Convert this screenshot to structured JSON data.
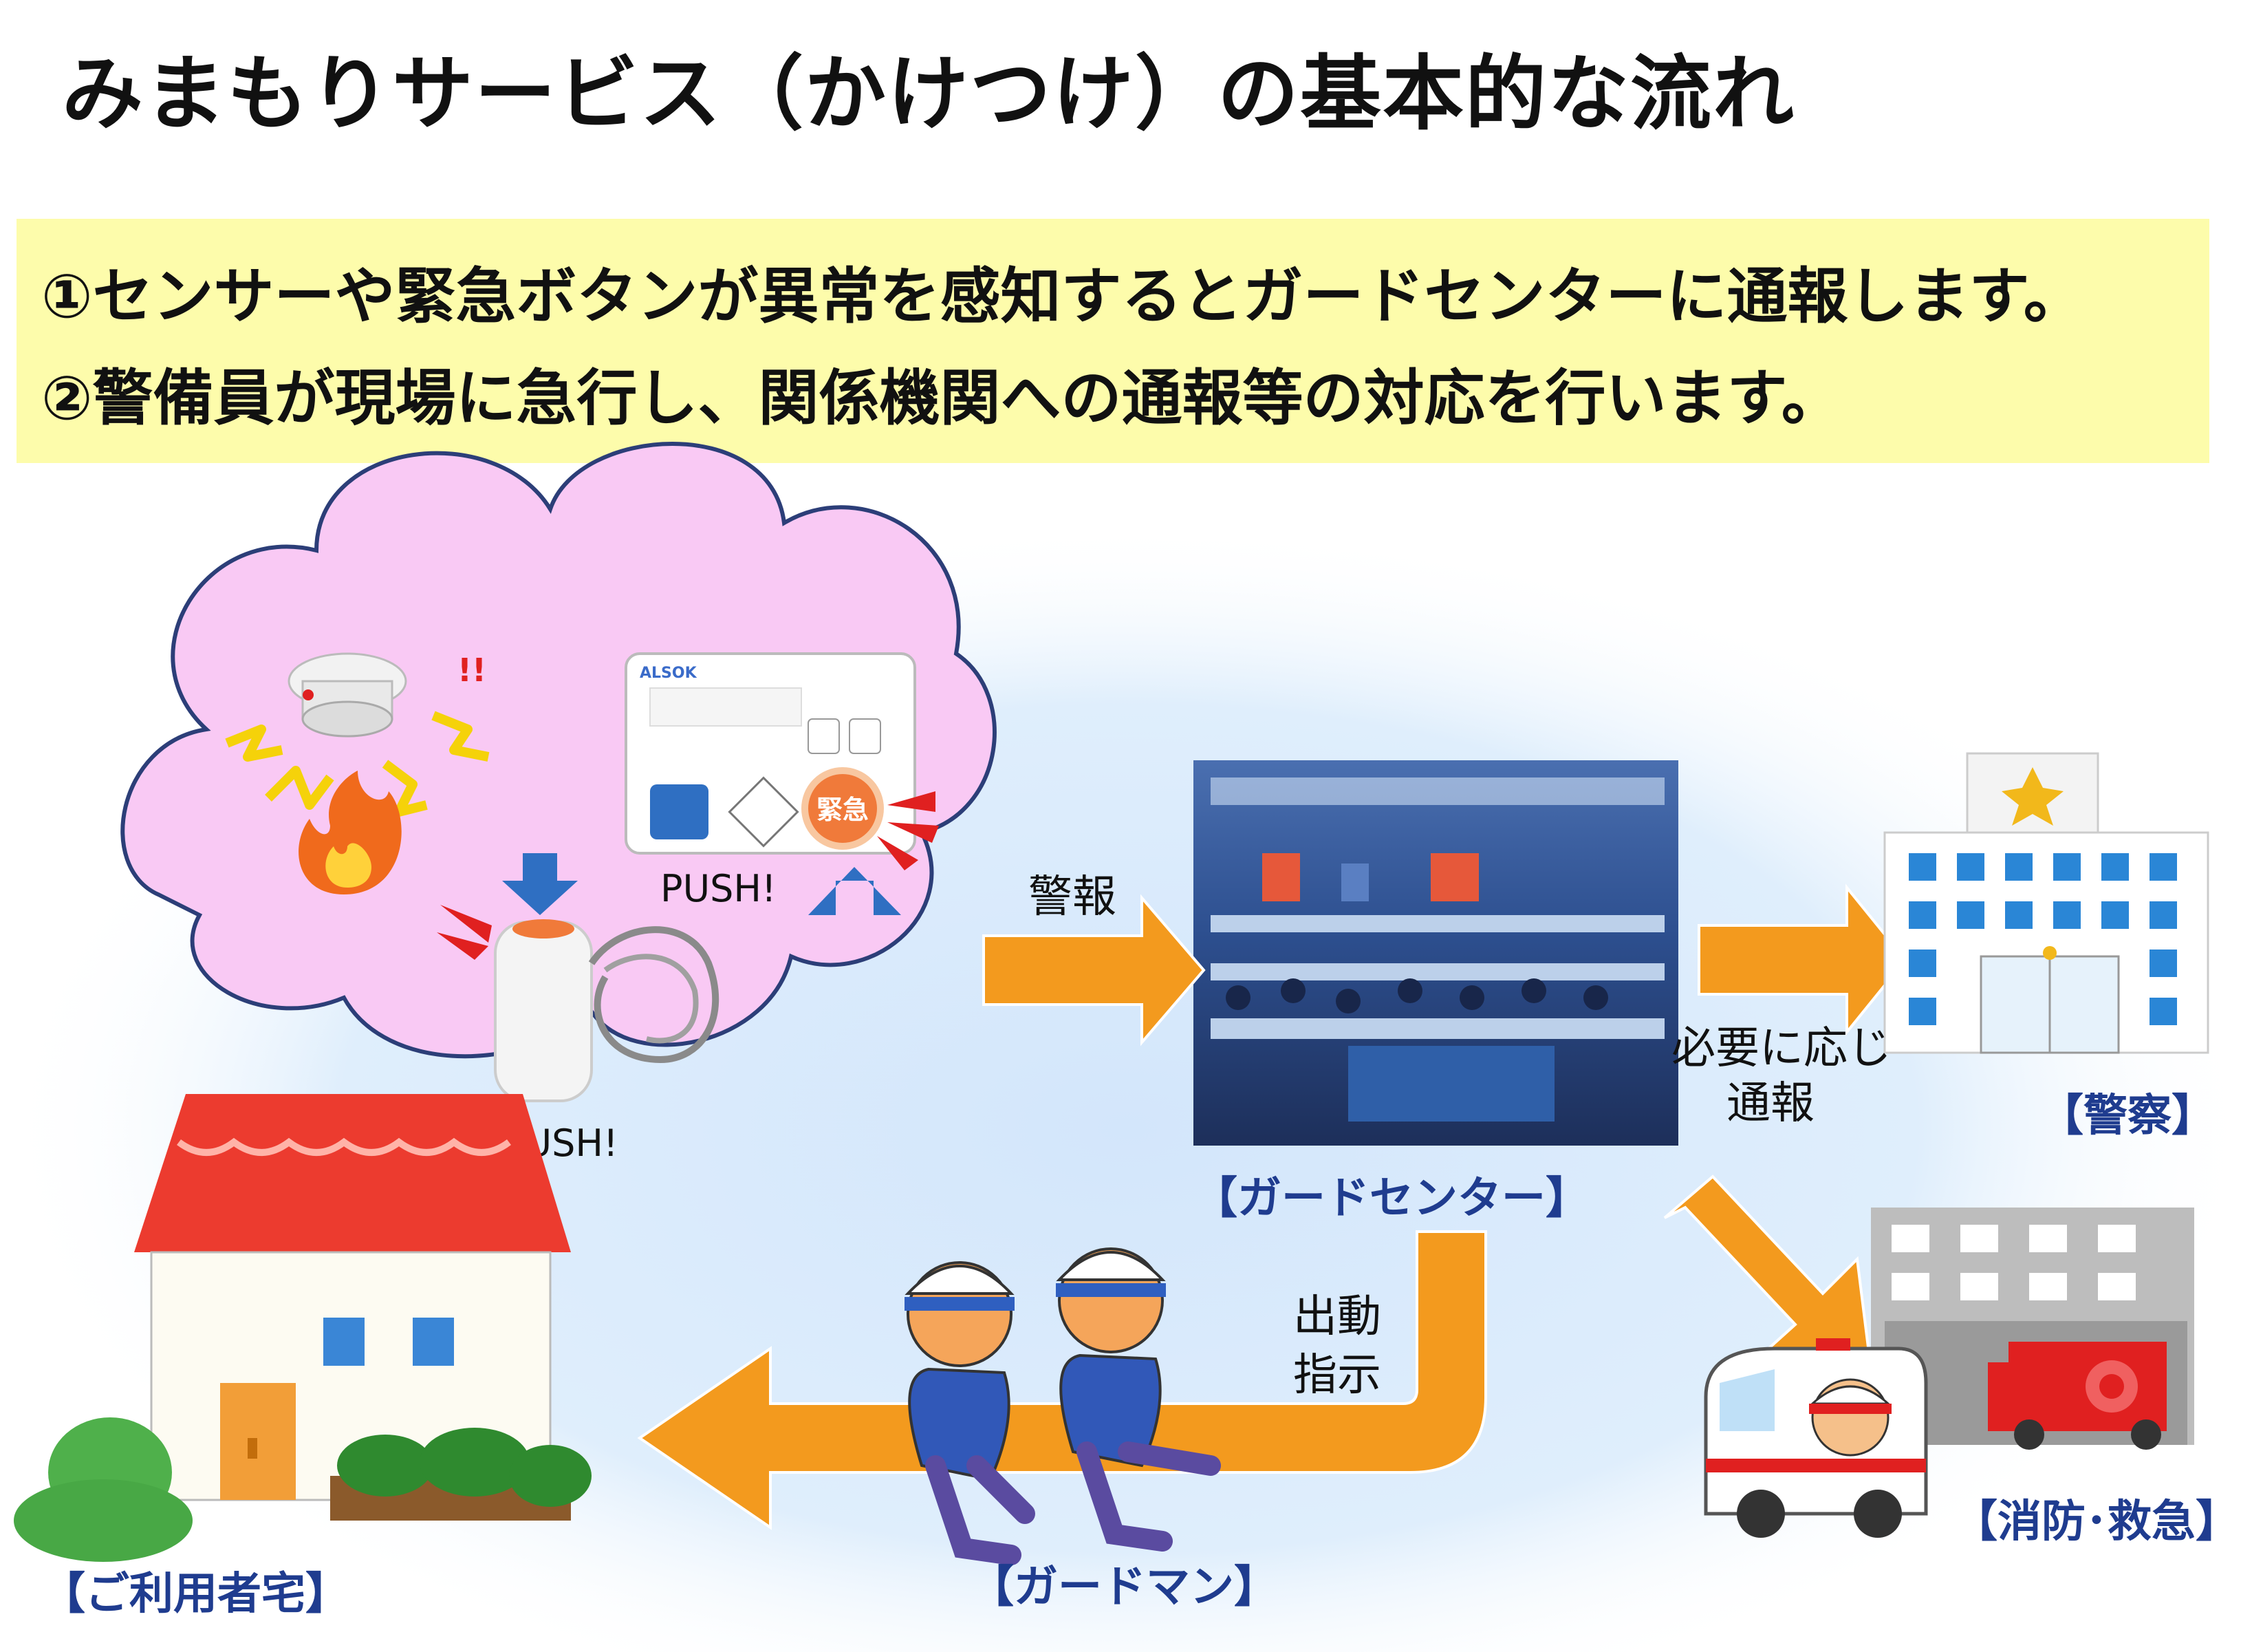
{
  "title": "みまもりサービス（かけつけ）の基本的な流れ",
  "intro": {
    "line1": "①センサーや緊急ボタンが異常を感知するとガードセンターに通報します。",
    "line2": "②警備員が現場に急行し、関係機関への通報等の対応を行います。"
  },
  "home": {
    "alert_marks": "!!",
    "push_left": "PUSH!",
    "push_right": "PUSH!",
    "panel_brand": "ALSOK",
    "panel_emergency_label": "緊急",
    "label": "【ご利用者宅】"
  },
  "arrows": {
    "alarm": "警報",
    "dispatch_line1": "出動",
    "dispatch_line2": "指示",
    "notify_line1": "必要に応じ",
    "notify_line2": "通報"
  },
  "center": {
    "label": "【ガードセンター】"
  },
  "guardman": {
    "label": "【ガードマン】"
  },
  "police": {
    "label": "【警察】"
  },
  "fire": {
    "label": "【消防･救急】"
  },
  "colors": {
    "arrow_orange": "#f39a1e",
    "label_blue": "#1f3c8f",
    "cloud_pink": "#f9c9f4",
    "highlight_yellow": "#fdfcab",
    "alert_red": "#e02020"
  }
}
